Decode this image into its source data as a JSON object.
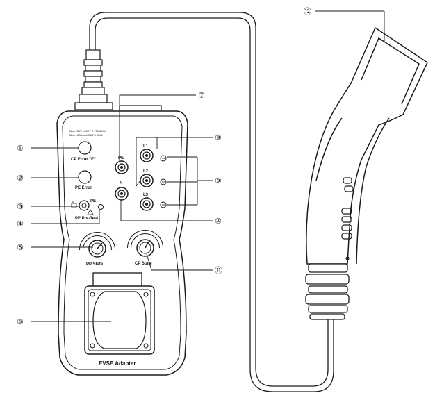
{
  "spec": {
    "line1": "Max.250V~/400V 3~/50/60Hz",
    "line2": "Max.16A Load CAT II 300V ~"
  },
  "labels": {
    "cp_error": "CP Error \"E\"",
    "pe_error": "PE Error",
    "pe": "PE",
    "pe_pretest": "PE Pre-Test",
    "pp_state": "PP State",
    "cp_state": "CP State",
    "socket_pe": "PE",
    "socket_n": "N",
    "socket_l1": "L1",
    "socket_l2": "L2",
    "socket_l3": "L3",
    "device_title": "EVSE Adapter"
  },
  "callouts": [
    "①",
    "②",
    "③",
    "④",
    "⑤",
    "⑥",
    "⑦",
    "⑧",
    "⑨",
    "⑩",
    "⑪",
    "⑫"
  ],
  "colors": {
    "line": "#1a1a1a",
    "fill": "#ffffff"
  }
}
